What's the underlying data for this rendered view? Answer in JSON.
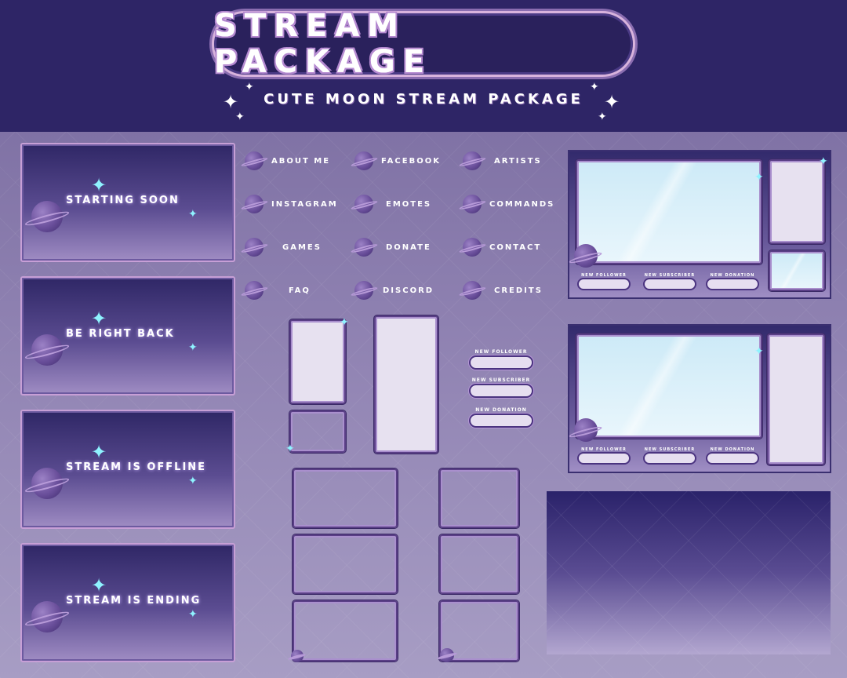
{
  "header": {
    "title": "STREAM PACKAGE",
    "subtitle": "CUTE MOON STREAM PACKAGE"
  },
  "scenes": [
    {
      "label": "STARTING SOON"
    },
    {
      "label": "BE RIGHT BACK"
    },
    {
      "label": "STREAM IS OFFLINE"
    },
    {
      "label": "STREAM IS ENDING"
    }
  ],
  "panels": [
    {
      "label": "ABOUT ME"
    },
    {
      "label": "FACEBOOK"
    },
    {
      "label": "ARTISTS"
    },
    {
      "label": "INSTAGRAM"
    },
    {
      "label": "EMOTES"
    },
    {
      "label": "COMMANDS"
    },
    {
      "label": "GAMES"
    },
    {
      "label": "DONATE"
    },
    {
      "label": "CONTACT"
    },
    {
      "label": "FAQ"
    },
    {
      "label": "DISCORD"
    },
    {
      "label": "CREDITS"
    }
  ],
  "alerts": [
    {
      "label": "NEW FOLLOWER"
    },
    {
      "label": "NEW SUBSCRIBER"
    },
    {
      "label": "NEW DONATION"
    }
  ],
  "layout_labels": {
    "follower": "NEW FOLLOWER",
    "subscriber": "NEW SUBSCRIBER",
    "donation": "NEW DONATION"
  },
  "icons": {
    "planet": "planet-icon",
    "sparkle": "sparkle-icon"
  },
  "colors": {
    "header_bg": "#2e2566",
    "accent": "#d8b3dd",
    "sparkle": "#8ff3ff"
  }
}
